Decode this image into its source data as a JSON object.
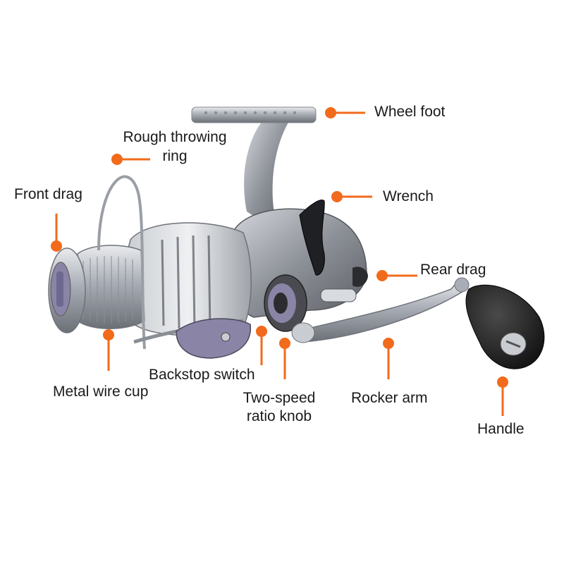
{
  "labels": {
    "wheel_foot": "Wheel foot",
    "rough_throwing_ring_line1": "Rough throwing",
    "rough_throwing_ring_line2": "ring",
    "front_drag": "Front drag",
    "wrench": "Wrench",
    "rear_drag": "Rear drag",
    "metal_wire_cup": "Metal wire cup",
    "backstop_switch": "Backstop switch",
    "two_speed_line1": "Two-speed",
    "two_speed_line2": "ratio knob",
    "rocker_arm": "Rocker arm",
    "handle": "Handle"
  },
  "colors": {
    "marker": "#f26a1b",
    "metal": "#b8bcc4",
    "dark_metal": "#5a5d63",
    "purple": "#7d7898",
    "knob": "#2a2a2a"
  }
}
